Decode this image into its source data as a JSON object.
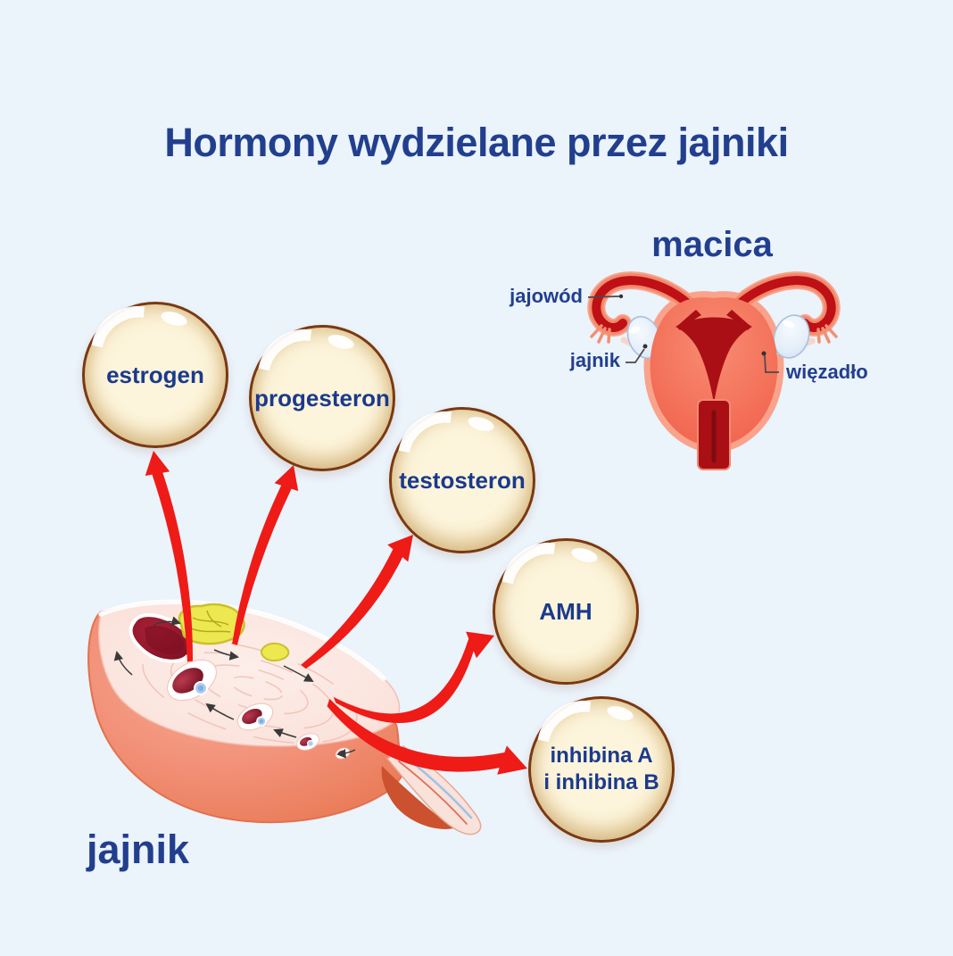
{
  "title": "Hormony wydzielane przez jajniki",
  "uterus_diagram": {
    "heading": "macica",
    "labels": {
      "fallopian_tube": "jajowód",
      "ovary": "jajnik",
      "ligament": "więzadło"
    }
  },
  "ovary_diagram": {
    "label": "jajnik"
  },
  "hormones": [
    {
      "label": "estrogen"
    },
    {
      "label": "progesteron"
    },
    {
      "label": "testosteron"
    },
    {
      "label": "AMH"
    },
    {
      "label": "inhibina A\ni inhibina B"
    }
  ],
  "colors": {
    "background": "#EBF3FB",
    "navy_text": "#223F8E",
    "arrow_red": "#EE1B17",
    "bubble_fill": "#FBF2D6",
    "bubble_border": "#7A3911",
    "uterus_coral": "#F4694F",
    "uterus_dark_red": "#A90F14",
    "ovary_blue": "#DCE9F8",
    "corpus_luteum_yellow": "#EDE84F"
  }
}
